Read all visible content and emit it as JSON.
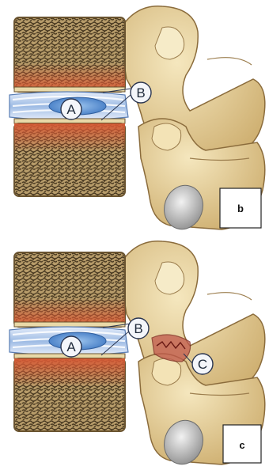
{
  "panels": [
    {
      "id": "b",
      "label": "b",
      "callouts": [
        "A",
        "B"
      ]
    },
    {
      "id": "c",
      "label": "c",
      "callouts": [
        "A",
        "B",
        "C"
      ]
    }
  ],
  "colors": {
    "bone": "#e9d7a6",
    "bone_shade": "#cdb47c",
    "endplate": "#d85a35",
    "disc": "#8fb3de",
    "nucleus": "#4f86cf",
    "facet_arthrosis": "#b0433a"
  }
}
